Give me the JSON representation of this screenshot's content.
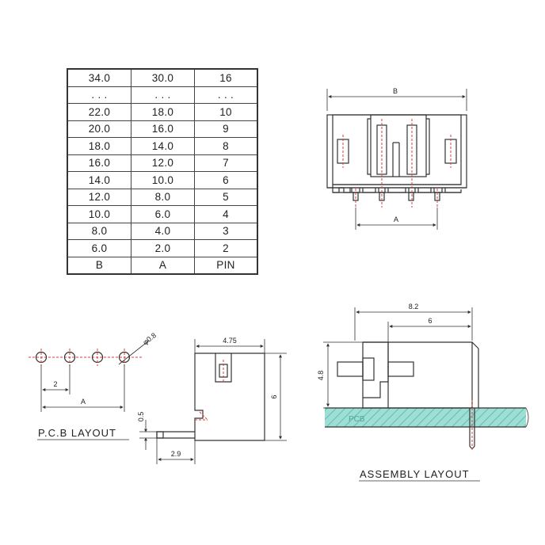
{
  "table": {
    "rows": [
      {
        "b": "34.0",
        "a": "30.0",
        "pin": "16"
      },
      {
        "b": ". . .",
        "a": ". . .",
        "pin": ". . ."
      },
      {
        "b": "22.0",
        "a": "18.0",
        "pin": "10"
      },
      {
        "b": "20.0",
        "a": "16.0",
        "pin": "9"
      },
      {
        "b": "18.0",
        "a": "14.0",
        "pin": "8"
      },
      {
        "b": "16.0",
        "a": "12.0",
        "pin": "7"
      },
      {
        "b": "14.0",
        "a": "10.0",
        "pin": "6"
      },
      {
        "b": "12.0",
        "a": "8.0",
        "pin": "5"
      },
      {
        "b": "10.0",
        "a": "6.0",
        "pin": "4"
      },
      {
        "b": "8.0",
        "a": "4.0",
        "pin": "3"
      },
      {
        "b": "6.0",
        "a": "2.0",
        "pin": "2"
      }
    ],
    "header": {
      "b": "B",
      "a": "A",
      "pin": "PIN"
    }
  },
  "front_view": {
    "dim_b": "B",
    "dim_a": "A"
  },
  "pcb_layout": {
    "title": "P.C.B LAYOUT",
    "hole_dia": "φ0.8",
    "pitch": "2",
    "dim_a": "A"
  },
  "side_view": {
    "width": "4.75",
    "height": "6",
    "pin_offset": "0.5",
    "pin_length": "2.9"
  },
  "assembly": {
    "title": "ASSEMBLY LAYOUT",
    "overall": "8.2",
    "body": "6",
    "height": "4.8",
    "pcb_label": "PCB"
  },
  "colors": {
    "line": "#333333",
    "centerline": "#e23b3b",
    "pcb_fill": "#8fd6cc"
  }
}
